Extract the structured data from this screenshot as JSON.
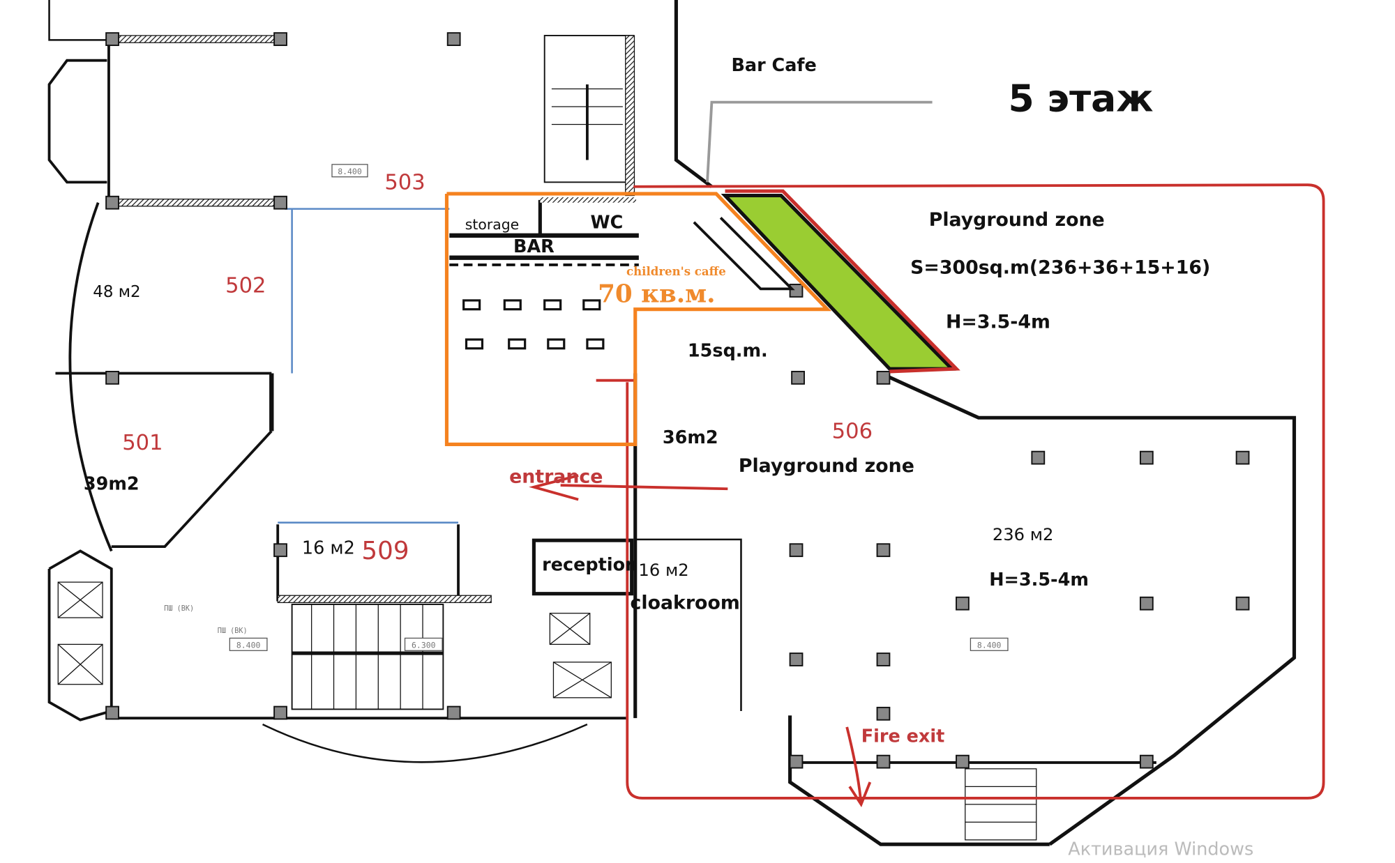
{
  "title": "5 этаж",
  "labels": {
    "bar_cafe": "Bar Cafe",
    "room_503": "503",
    "room_502": "502",
    "room_501": "501",
    "room_509": "509",
    "room_506": "506",
    "area_502": "48 м2",
    "area_501": "39m2",
    "area_509": "16 м2",
    "storage": "storage",
    "wc": "WC",
    "bar": "BAR",
    "childrens_cafe": "children's caffe",
    "childrens_cafe_area": "70 кв.м.",
    "playground_zone_top": "Playground zone",
    "playground_area_formula": "S=300sq.m(236+36+15+16)",
    "playground_height_top": "H=3.5-4m",
    "area_15": "15sq.m.",
    "area_36": "36m2",
    "playground_zone_mid": "Playground zone",
    "entrance": "entrance",
    "reception": "reception",
    "area_cloak": "16 м2",
    "cloakroom": "cloakroom",
    "area_236": "236 м2",
    "height_236": "H=3.5-4m",
    "fire_exit": "Fire exit",
    "level_a": "8.400",
    "level_b": "8.400",
    "level_c": "6.300",
    "level_d": "8.400",
    "shaft_a": "ПШ (ВК)",
    "shaft_b": "ПШ (ВК)",
    "watermark": "Активация Windows"
  },
  "colors": {
    "zone_red": "#c9302c",
    "cafe_orange": "#f5821f",
    "green_strip": "#9acd32",
    "blue_line": "#5b8ac6"
  }
}
